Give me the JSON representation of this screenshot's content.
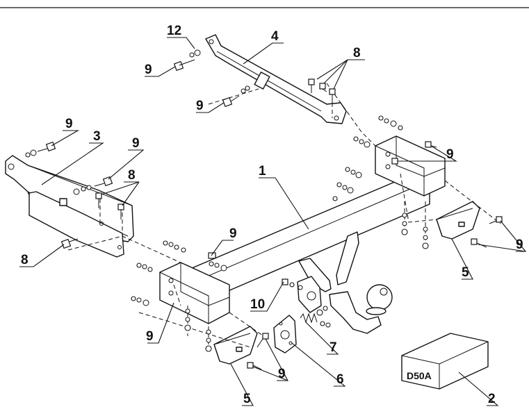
{
  "diagram": {
    "callouts": {
      "c1": "1",
      "c2": "2",
      "c3": "3",
      "c4": "4",
      "c5a": "5",
      "c5b": "5",
      "c6": "6",
      "c7": "7",
      "c8a": "8",
      "c8b": "8",
      "c8c": "8",
      "c9a": "9",
      "c9b": "9",
      "c9c": "9",
      "c9d": "9",
      "c9e": "9",
      "c9f": "9",
      "c9g": "9",
      "c9h": "9",
      "c9i": "9",
      "c10": "10",
      "c12": "12"
    },
    "box_code": "D50A"
  }
}
